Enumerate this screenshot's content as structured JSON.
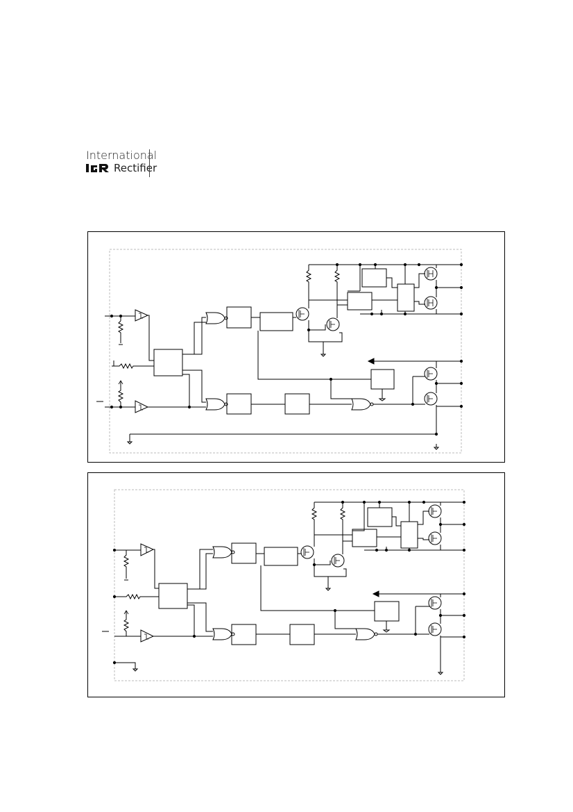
{
  "logo": {
    "line1": "International",
    "mark": "IGR",
    "line2": "Rectifier"
  },
  "diagrams": [
    {
      "id": "block-diagram-1"
    },
    {
      "id": "block-diagram-2"
    }
  ]
}
